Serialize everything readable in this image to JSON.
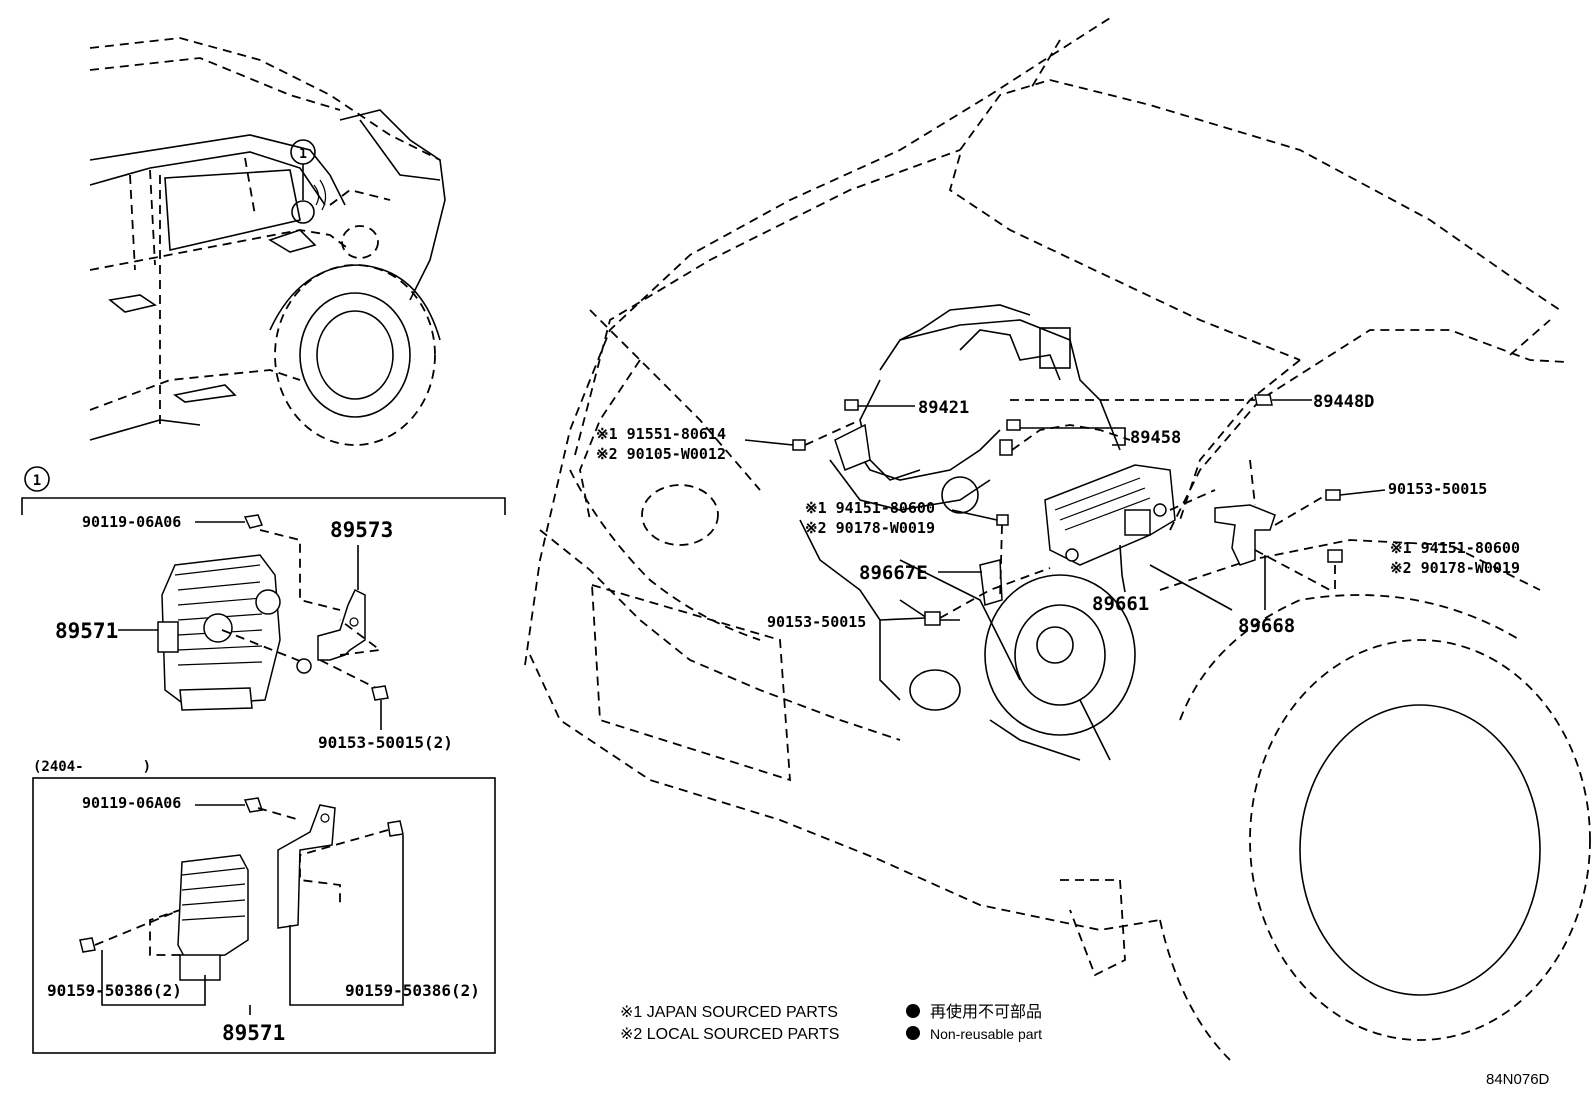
{
  "diagram_code": "84N076D",
  "inset_marker": "1",
  "inset_range": "(2404-       )",
  "labels": {
    "p89448D": "89448D",
    "p89421": "89421",
    "p89458": "89458",
    "p89661": "89661",
    "p89668": "89668",
    "p89667E": "89667E",
    "p9015350015_a": "90153-50015",
    "p9015350015_b": "90153-50015",
    "left_a_1": "※1 91551-80614",
    "left_a_2": "※2 90105-W0012",
    "left_b_1": "※1 94151-80600",
    "left_b_2": "※2 90178-W0019",
    "right_b_1": "※1 94151-80600",
    "right_b_2": "※2 90178-W0019",
    "p9011906A06_a": "90119-06A06",
    "p89573": "89573",
    "p89571_a": "89571",
    "p9015350015_2": "90153-50015(2)",
    "p9011906A06_b": "90119-06A06",
    "p9015950386_l": "90159-50386(2)",
    "p9015950386_r": "90159-50386(2)",
    "p89571_b": "89571"
  },
  "legend": {
    "japan": "※1 JAPAN SOURCED PARTS",
    "local": "※2 LOCAL SOURCED PARTS",
    "nonreuse_jp": "再使用不可部品",
    "nonreuse_en": "Non-reusable part"
  }
}
